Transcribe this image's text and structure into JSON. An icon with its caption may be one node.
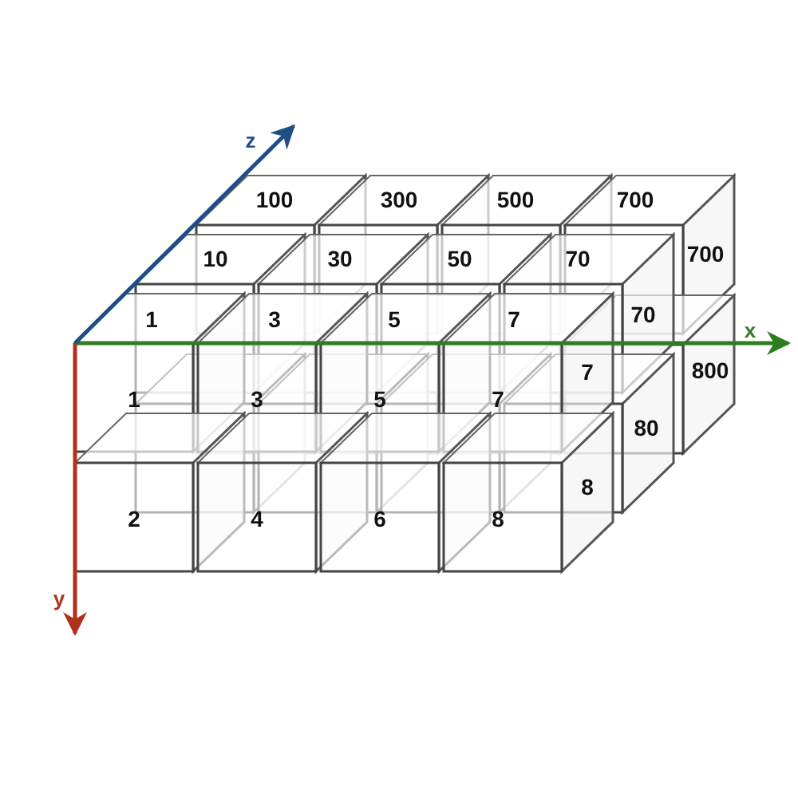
{
  "diagram": {
    "labels": [
      "z",
      "100",
      "300",
      "500",
      "700",
      "10",
      "30",
      "50",
      "70",
      "700",
      "1",
      "3",
      "5",
      "7",
      "70",
      "x",
      "7",
      "800",
      "1",
      "3",
      "5",
      "7",
      "80",
      "8",
      "2",
      "4",
      "6",
      "8",
      "y"
    ]
  }
}
